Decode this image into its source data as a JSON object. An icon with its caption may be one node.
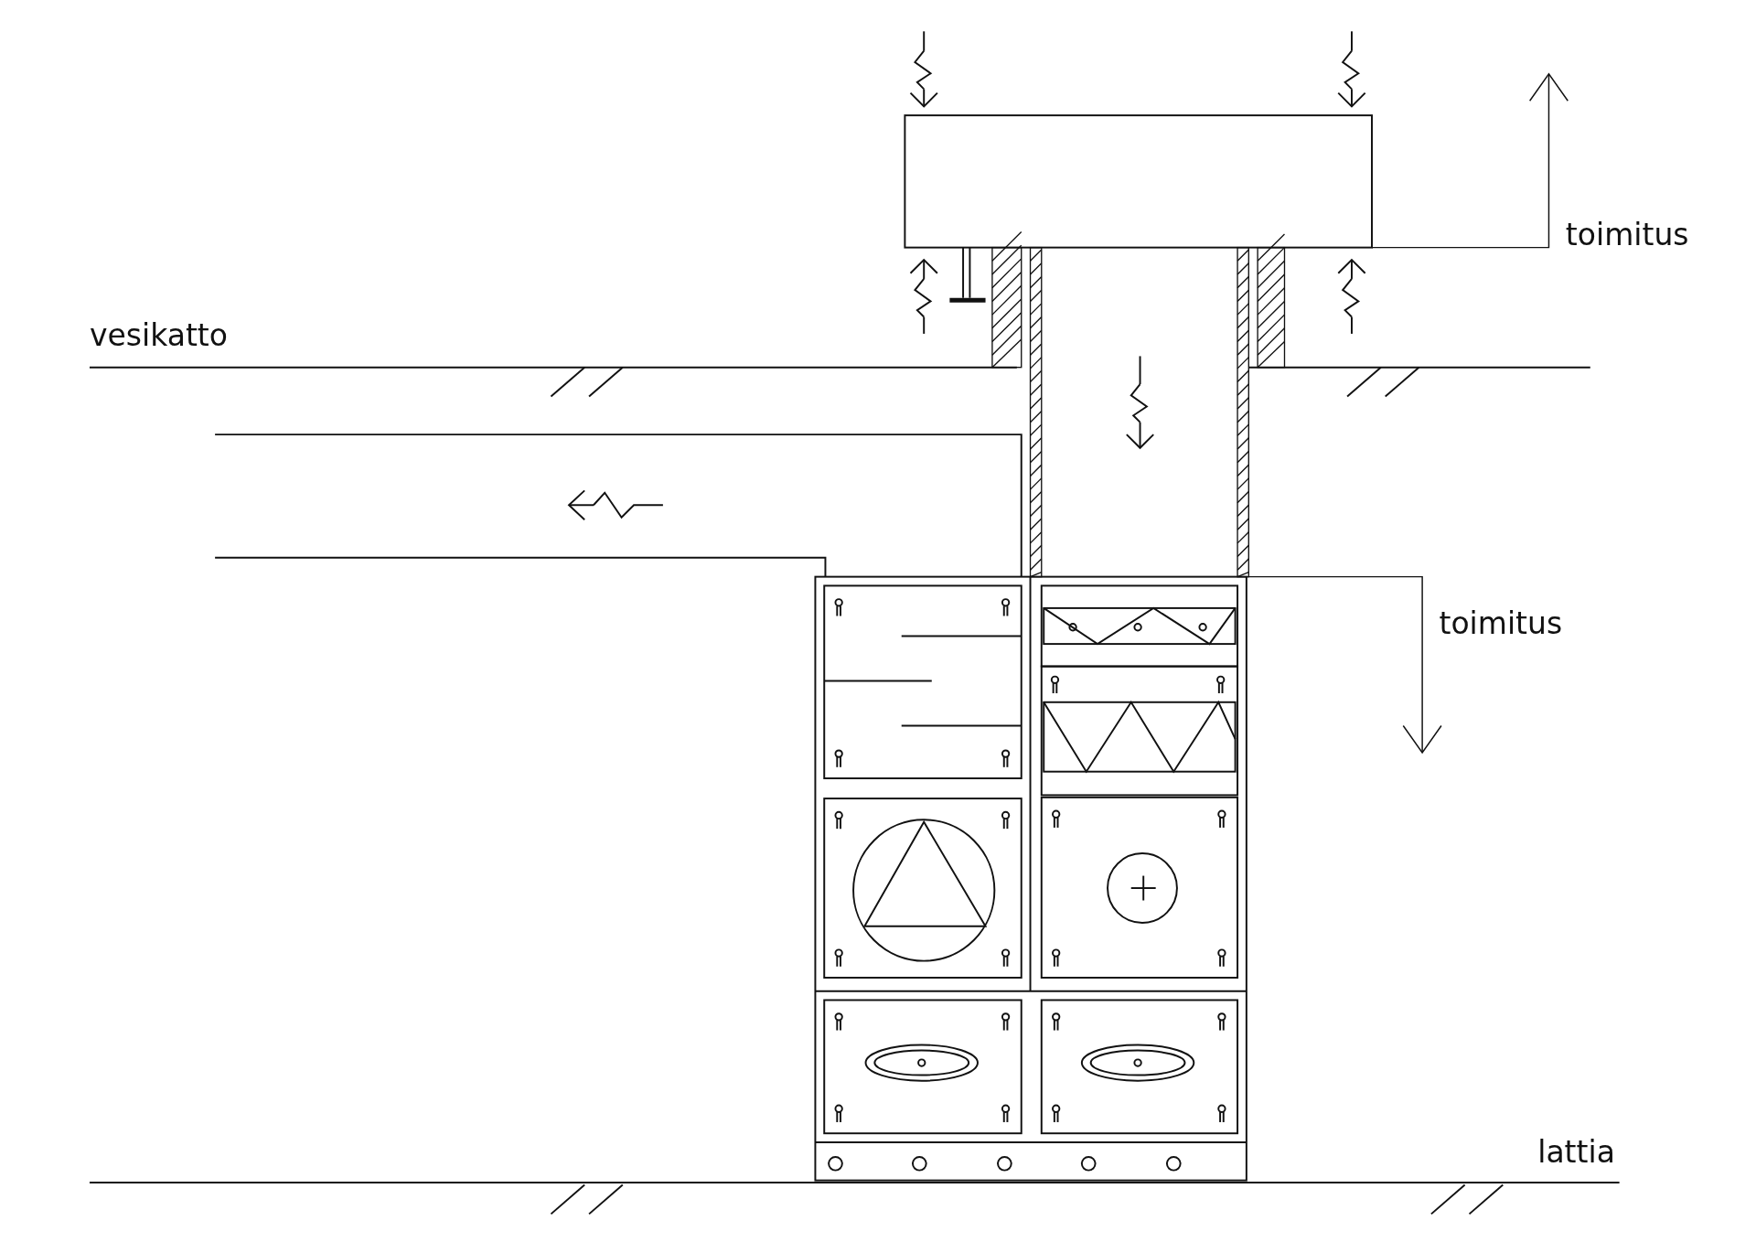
{
  "diagram": {
    "labels": [
      "vesikatto",
      "toimitus",
      "toimitus",
      "lattia"
    ]
  }
}
